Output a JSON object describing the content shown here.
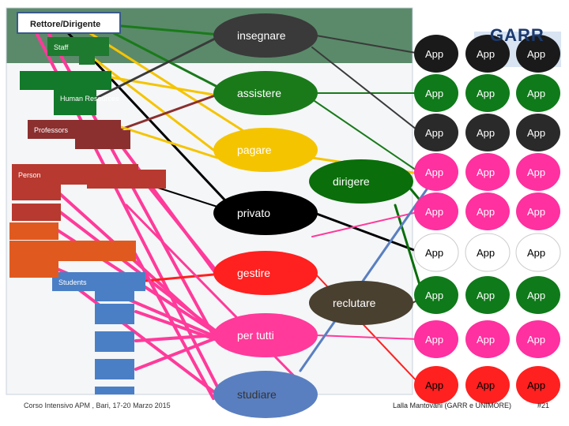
{
  "org": {
    "top_label": "Rettore/Dirigente",
    "boxes": [
      {
        "label": "Staff",
        "color": "#1e7a2e"
      },
      {
        "label": "",
        "color": "#127a2a"
      },
      {
        "label": "Human Resources",
        "color": "#127a2a"
      },
      {
        "label": "Professors",
        "color": "#8b2f2f"
      },
      {
        "label": "Person",
        "color": "#b8392f"
      },
      {
        "label": "",
        "color": "#e05a20"
      },
      {
        "label": "Students",
        "color": "#4a7fc6"
      }
    ]
  },
  "verbs": [
    {
      "label": "insegnare",
      "color": "#3a3a3a",
      "text_color": "#ffffff"
    },
    {
      "label": "assistere",
      "color": "#1a7a1a",
      "text_color": "#ffffff"
    },
    {
      "label": "pagare",
      "color": "#f5c400",
      "text_color": "#ffffff"
    },
    {
      "label": "dirigere",
      "color": "#0a6e0a",
      "text_color": "#ffffff"
    },
    {
      "label": "privato",
      "color": "#000000",
      "text_color": "#ffffff"
    },
    {
      "label": "gestire",
      "color": "#ff2020",
      "text_color": "#ffffff"
    },
    {
      "label": "reclutare",
      "color": "#4a4030",
      "text_color": "#ffffff"
    },
    {
      "label": "per tutti",
      "color": "#ff3a9a",
      "text_color": "#ffffff"
    },
    {
      "label": "studiare",
      "color": "#5a7fc0",
      "text_color": "#333333"
    }
  ],
  "apps": {
    "label": "App",
    "rows": [
      {
        "color": "#1a1a1a",
        "text_color": "#ffffff"
      },
      {
        "color": "#0f7a1a",
        "text_color": "#ffffff"
      },
      {
        "color": "#2a2a2a",
        "text_color": "#ffffff"
      },
      {
        "color": "#ff30a0",
        "text_color": "#ffffff"
      },
      {
        "color": "#ff30a0",
        "text_color": "#ffffff"
      },
      {
        "color": "#ffffff",
        "text_color": "#000000"
      },
      {
        "color": "#0f7a1a",
        "text_color": "#ffffff"
      },
      {
        "color": "#ff30a0",
        "text_color": "#ffffff"
      },
      {
        "color": "#ff2020",
        "text_color": "#000000"
      }
    ]
  },
  "logo": "GARR",
  "footer": {
    "left": "Corso Intensivo APM , Bari, 17-20 Marzo 2015",
    "middle": "Lalla Mantovani (GARR e UNIMORE)",
    "page": "#21"
  }
}
